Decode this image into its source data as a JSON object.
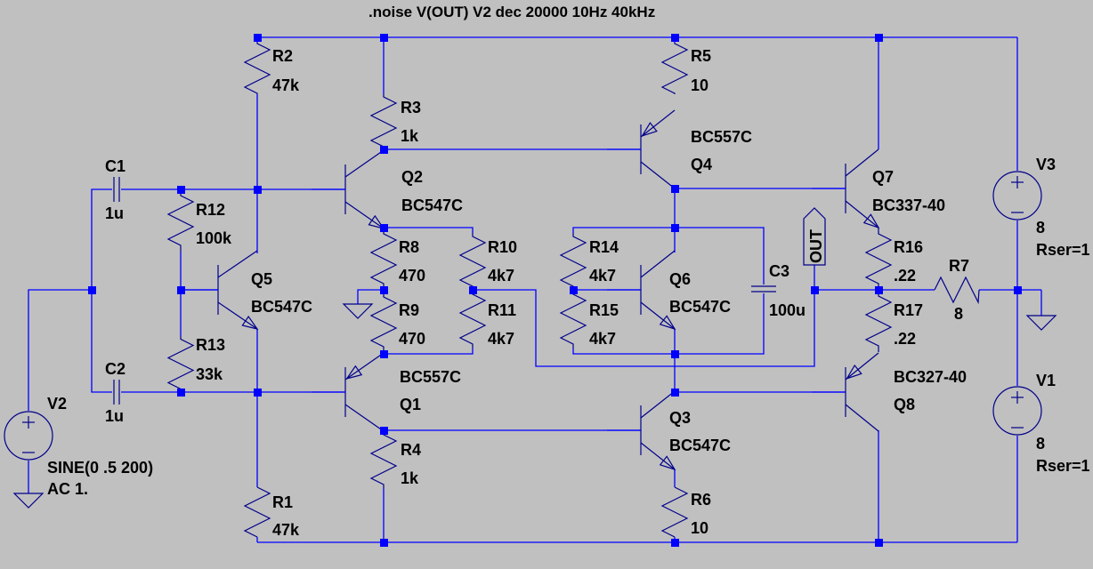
{
  "directive": ".noise V(OUT) V2 dec 20000 10Hz 40kHz",
  "colors": {
    "background": "#c0c0c0",
    "wire": "#0000ff",
    "symbol": "#00008b",
    "text": "#000000"
  },
  "net_label": "OUT",
  "resistors": [
    {
      "name": "R1",
      "value": "47k"
    },
    {
      "name": "R2",
      "value": "47k"
    },
    {
      "name": "R3",
      "value": "1k"
    },
    {
      "name": "R4",
      "value": "1k"
    },
    {
      "name": "R5",
      "value": "10"
    },
    {
      "name": "R6",
      "value": "10"
    },
    {
      "name": "R7",
      "value": "8"
    },
    {
      "name": "R8",
      "value": "470"
    },
    {
      "name": "R9",
      "value": "470"
    },
    {
      "name": "R10",
      "value": "4k7"
    },
    {
      "name": "R11",
      "value": "4k7"
    },
    {
      "name": "R12",
      "value": "100k"
    },
    {
      "name": "R13",
      "value": "33k"
    },
    {
      "name": "R14",
      "value": "4k7"
    },
    {
      "name": "R15",
      "value": "4k7"
    },
    {
      "name": "R16",
      "value": ".22"
    },
    {
      "name": "R17",
      "value": ".22"
    }
  ],
  "capacitors": [
    {
      "name": "C1",
      "value": "1u"
    },
    {
      "name": "C2",
      "value": "1u"
    },
    {
      "name": "C3",
      "value": "100u"
    }
  ],
  "transistors": [
    {
      "name": "Q1",
      "model": "BC557C"
    },
    {
      "name": "Q2",
      "model": "BC547C"
    },
    {
      "name": "Q3",
      "model": "BC547C"
    },
    {
      "name": "Q4",
      "model": "BC557C"
    },
    {
      "name": "Q5",
      "model": "BC547C"
    },
    {
      "name": "Q6",
      "model": "BC547C"
    },
    {
      "name": "Q7",
      "model": "BC337-40"
    },
    {
      "name": "Q8",
      "model": "BC327-40"
    }
  ],
  "sources": [
    {
      "name": "V1",
      "value": "8",
      "extra": "Rser=1"
    },
    {
      "name": "V2",
      "value": "SINE(0 .5 200)",
      "extra": "AC 1."
    },
    {
      "name": "V3",
      "value": "8",
      "extra": "Rser=1"
    }
  ]
}
